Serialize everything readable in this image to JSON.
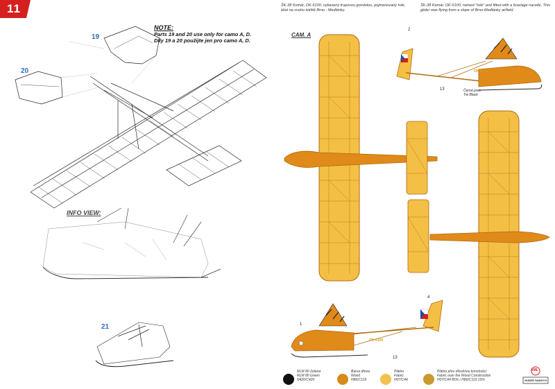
{
  "page_number": "11",
  "note": {
    "title": "NOTE:",
    "line1": "Parts 19 and 20 use only for camo A, D.",
    "line2": "Díly 19 a 20 použijte jen pro camo A, D."
  },
  "info_view": "INFO VIEW:",
  "callouts": {
    "p19": "19",
    "p20": "20",
    "p21": "21"
  },
  "camo_label": "CAM. A",
  "caption_cz": "ŠK-38 Komár, OK-5100, vybavený trupovou gondolou, pojmenovaný Irék, létal na svahu letiště Brno - Medlánky.",
  "caption_en": "ŠK-38 Komár, OK-5100, named \"Irék\" and fitted with a fuselage nacelle. This glider was flying from a slope of Brno-Medlánky airfield.",
  "markers": {
    "m2": "2",
    "m13a": "13",
    "m4": "4",
    "m13b": "13",
    "m1": "1"
  },
  "registration_top": "OK-5100",
  "registration_bottom": "OK-5100",
  "black_note": {
    "cz": "Černá pres",
    "en": "Tre Black"
  },
  "legend": [
    {
      "line1": "RLM 80 Zelená",
      "line2": "RLM 80 Green",
      "line3": "N420/C420",
      "color": "#111111"
    },
    {
      "line1": "Barva dřeva",
      "line2": "Wood",
      "line3": "H86/C119",
      "color": "#d98a1a"
    },
    {
      "line1": "Plátno",
      "line2": "Fabric",
      "line3": "H07/C44",
      "color": "#f3c24e"
    },
    {
      "line1": "Plátno přes dřevěnou konstrukci",
      "line2": "Fabric over the Wood Construction",
      "line3": "H07/C44 85% / H86/C119 15%",
      "color": "#c99a2e"
    }
  ],
  "logos": {
    "brand": "AML",
    "sub": "GUNZE SANGYO"
  },
  "colors": {
    "fabric": "#f4bf45",
    "wood": "#e08a1a",
    "frame": "#b06a10",
    "accent_red": "#d4201f",
    "callout_blue": "#2a6ebb"
  }
}
